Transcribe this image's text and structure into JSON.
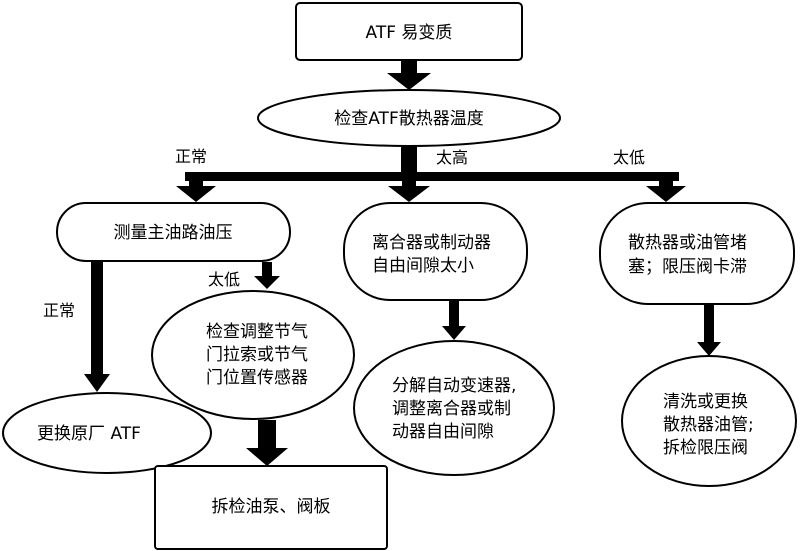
{
  "nodes": {
    "start": "ATF 易变质",
    "check_temp": "检查ATF散热器温度",
    "measure_pressure": "测量主油路油压",
    "clutch_gap": [
      "离合器或制动器",
      "自由间隙太小"
    ],
    "radiator_block": [
      "散热器或油管堵",
      "塞；限压阀卡滞"
    ],
    "replace_atf": "更换原厂 ATF",
    "check_throttle": [
      "检查调整节气",
      "门拉索或节气",
      "门位置传感器"
    ],
    "disassemble_trans": [
      "分解自动变速器,",
      "调整离合器或制",
      "动器自由间隙"
    ],
    "clean_replace": [
      "清洗或更换",
      "散热器油管;",
      "拆检限压阀"
    ],
    "disassemble_pump": "拆检油泵、阀板"
  },
  "edge_labels": {
    "normal_1": "正常",
    "too_high": "太高",
    "too_low_1": "太低",
    "too_low_2": "太低",
    "normal_2": "正常"
  }
}
